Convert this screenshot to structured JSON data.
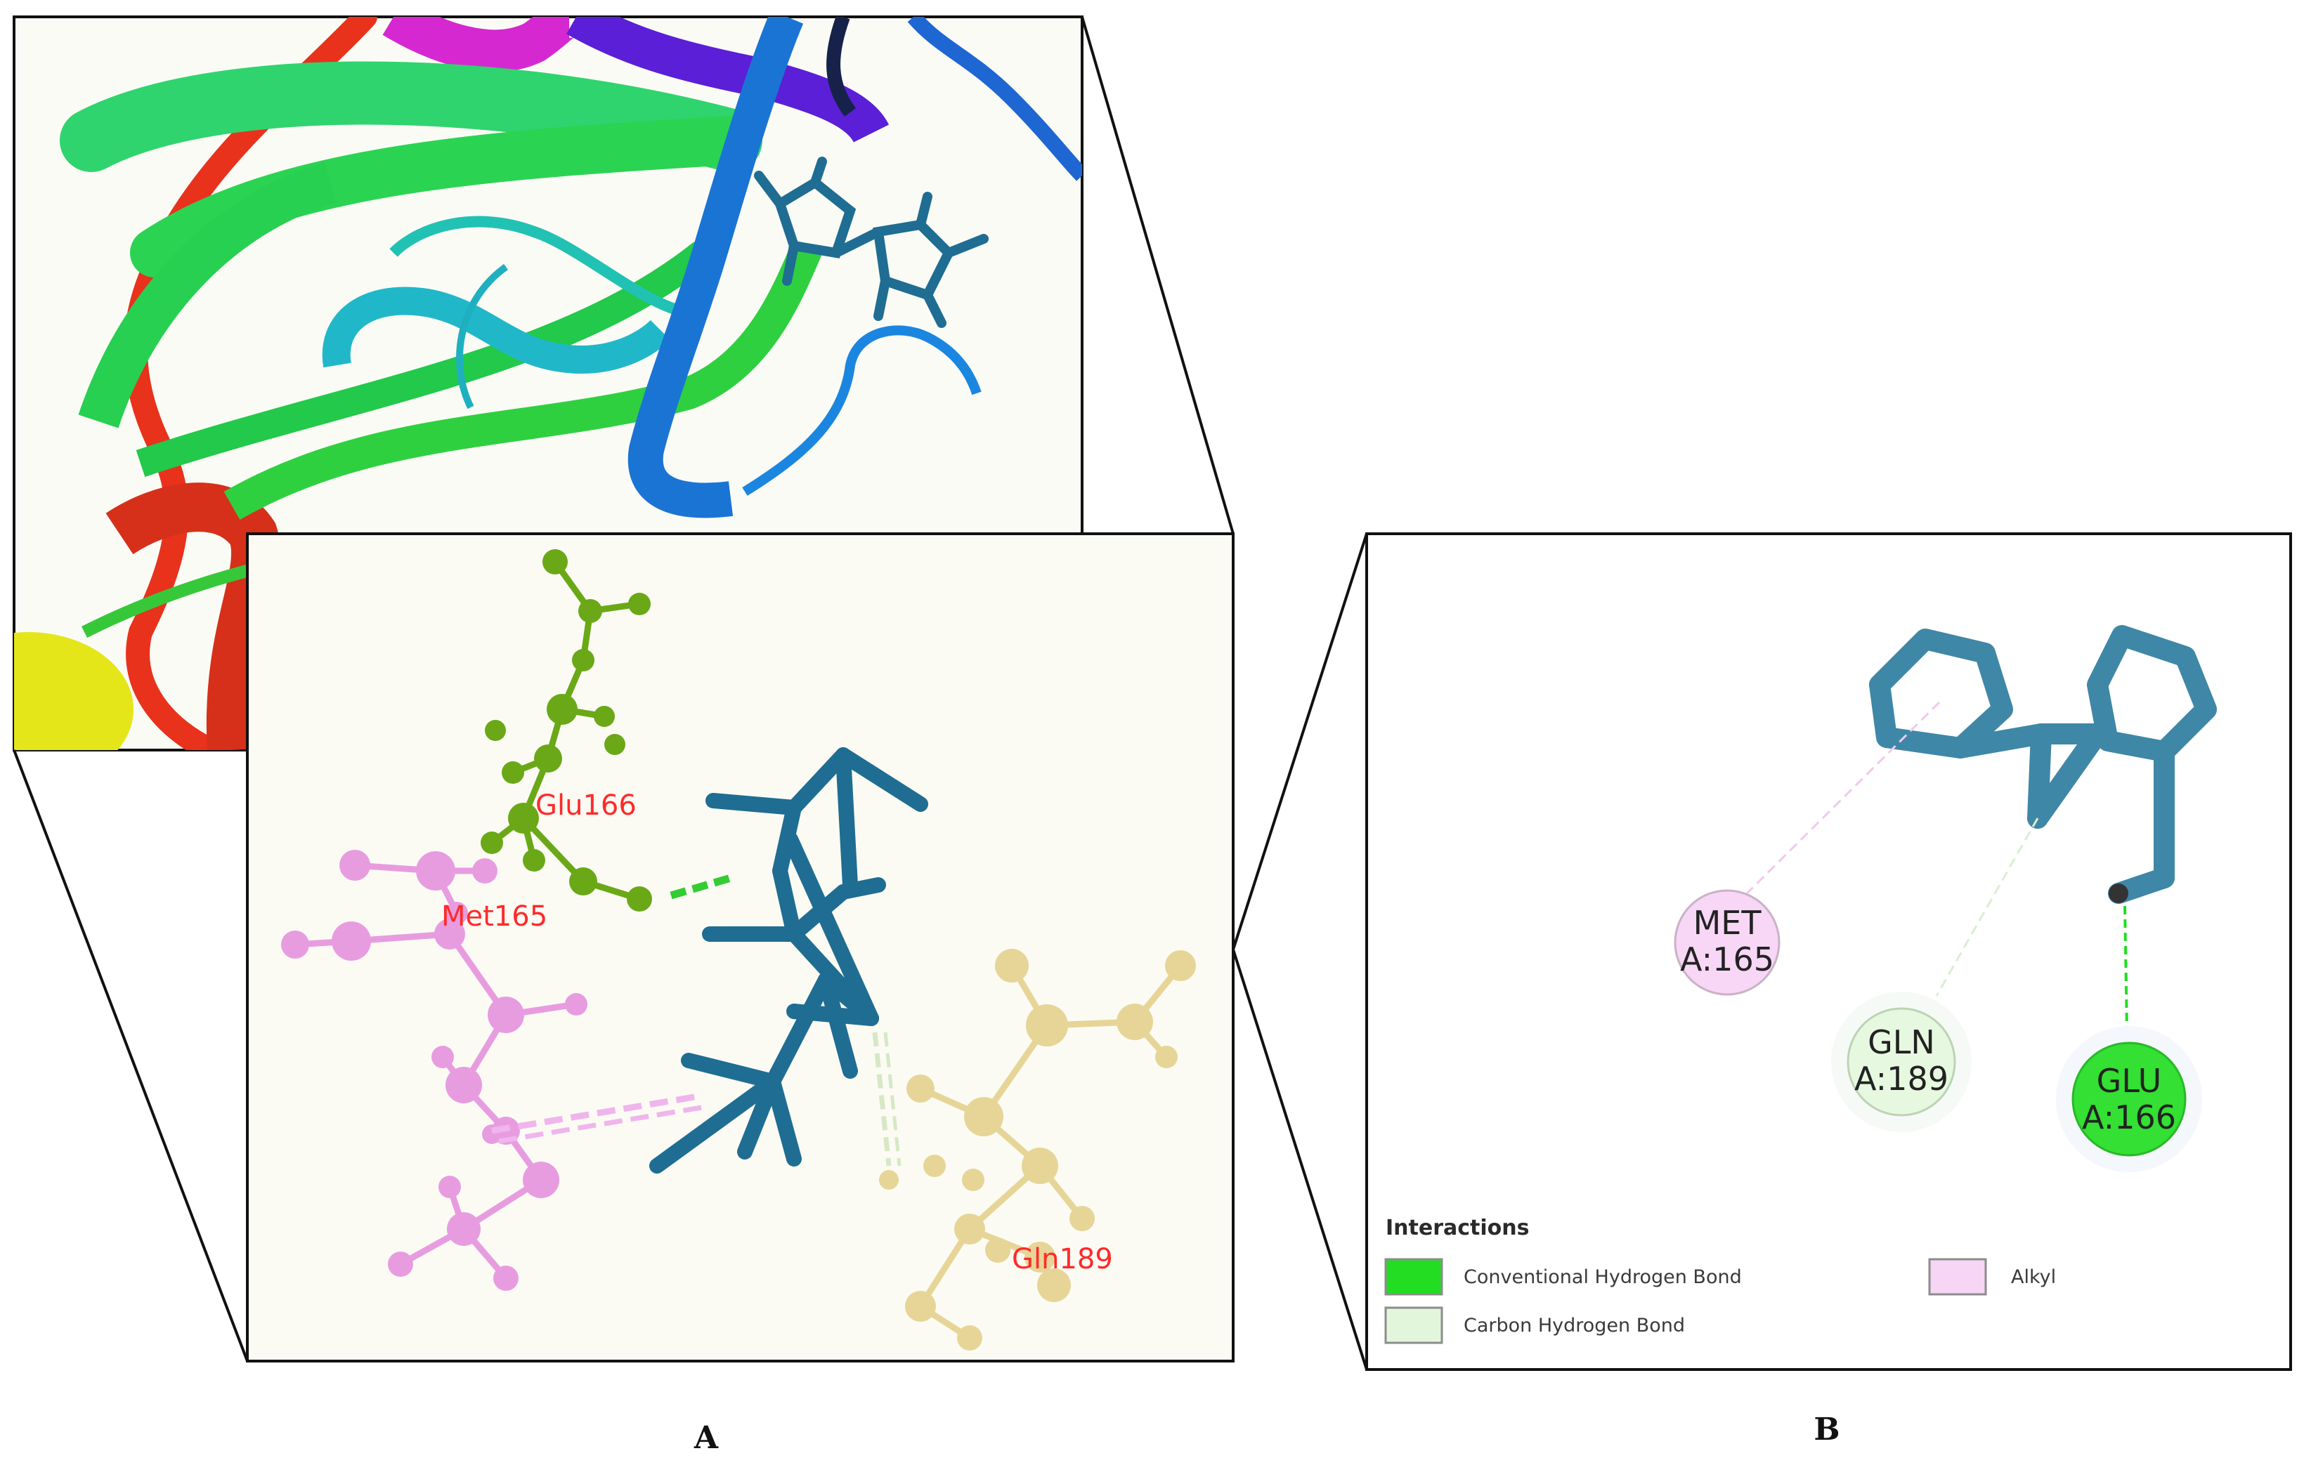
{
  "panels": {
    "a": {
      "label": "A",
      "residues": [
        {
          "name": "Glu166",
          "color": "#6aa817"
        },
        {
          "name": "Met165",
          "color": "#e89ce0"
        },
        {
          "name": "Gln189",
          "color": "#e6d596"
        }
      ],
      "ligand_color": "#1f6d92"
    },
    "b": {
      "label": "B",
      "nodes": [
        {
          "name": "MET",
          "chain": "A:165",
          "fill": "#f7d7f5",
          "stroke": "#c9b2c7"
        },
        {
          "name": "GLN",
          "chain": "A:189",
          "fill": "#e7f8e0",
          "stroke": "#bcd3b5"
        },
        {
          "name": "GLU",
          "chain": "A:166",
          "fill": "#33e033",
          "stroke": "#29b829"
        }
      ],
      "legend": {
        "title": "Interactions",
        "items": [
          {
            "label": "Conventional Hydrogen Bond",
            "color": "#22dd22"
          },
          {
            "label": "Carbon Hydrogen Bond",
            "color": "#e2f6dc"
          },
          {
            "label": "Alkyl",
            "color": "#f6d6f4"
          }
        ]
      },
      "ligand_color": "#3f87a6"
    }
  }
}
